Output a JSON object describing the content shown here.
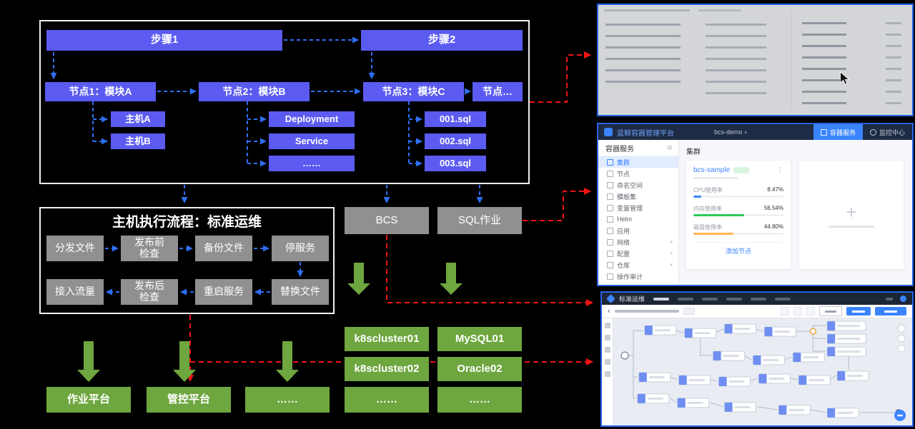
{
  "diagram": {
    "steps": {
      "step1": "步骤1",
      "step2": "步骤2"
    },
    "nodes": {
      "node1": "节点1：模块A",
      "node2": "节点2：模块B",
      "node3": "节点3：模块C",
      "node_more": "节点…",
      "node1_children": [
        "主机A",
        "主机B"
      ],
      "node2_children": [
        "Deployment",
        "Service",
        "……"
      ],
      "node3_children": [
        "001.sql",
        "002.sql",
        "003.sql"
      ]
    },
    "host_flow": {
      "title": "主机执行流程：标准运维",
      "row1": [
        "分发文件",
        "发布前\n检查",
        "备份文件",
        "停服务"
      ],
      "row2": [
        "接入流量",
        "发布后\n检查",
        "重启服务",
        "替换文件"
      ]
    },
    "middleware": {
      "bcs": "BCS",
      "sql_job": "SQL作业"
    },
    "clusters": {
      "k8s1": "k8scluster01",
      "mysql1": "MySQL01",
      "k8s2": "k8scluster02",
      "oracle2": "Oracle02"
    },
    "platforms": [
      "作业平台",
      "管控平台",
      "……",
      "……",
      "……"
    ]
  },
  "bcs_console": {
    "header": {
      "logo": "蓝鲸容器管理平台",
      "project": "bcs-demo",
      "tab_container": "容器服务",
      "tab_monitor": "监控中心"
    },
    "sidebar": {
      "title": "容器服务",
      "items": [
        "集群",
        "节点",
        "命名空间",
        "模板集",
        "变量管理",
        "Helm",
        "应用",
        "网络",
        "配置",
        "仓库",
        "操作审计"
      ]
    },
    "main": {
      "title": "集群",
      "cluster_name": "bcs-sample",
      "metrics": [
        {
          "label": "CPU使用率",
          "value": "8.47%",
          "percent": 8.5,
          "color": "#3a84ff"
        },
        {
          "label": "内存使用率",
          "value": "56.54%",
          "percent": 56.5,
          "color": "#2dcb56"
        },
        {
          "label": "磁盘使用率",
          "value": "44.80%",
          "percent": 44.8,
          "color": "#ffb848"
        }
      ],
      "add_node": "添加节点",
      "add_cluster_plus": "+"
    }
  },
  "sops_console": {
    "logo": "标准运维"
  },
  "colors": {
    "blue_box": "#5b5bf2",
    "gray_box": "#909090",
    "green_box": "#6ea63f",
    "connector_blue": "#2e6ef2",
    "connector_red": "#f21414",
    "screenshot_border": "#2563eb"
  }
}
